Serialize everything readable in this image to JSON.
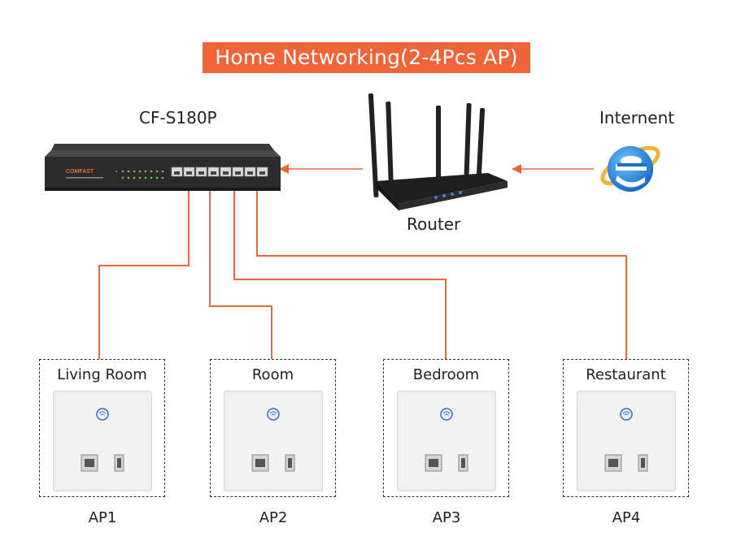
{
  "title": "Home Networking(2-4Pcs AP)",
  "switch": {
    "model": "CF-S180P",
    "brand": "COMFAST"
  },
  "router": {
    "label": "Router"
  },
  "internet": {
    "label": "Internent"
  },
  "rooms": [
    {
      "room": "Living Room",
      "ap": "AP1"
    },
    {
      "room": "Room",
      "ap": "AP2"
    },
    {
      "room": "Bedroom",
      "ap": "AP3"
    },
    {
      "room": "Restaurant",
      "ap": "AP4"
    }
  ],
  "colors": {
    "accent": "#f0643a",
    "wire": "#e8663a",
    "device": "#2b2b2b"
  }
}
